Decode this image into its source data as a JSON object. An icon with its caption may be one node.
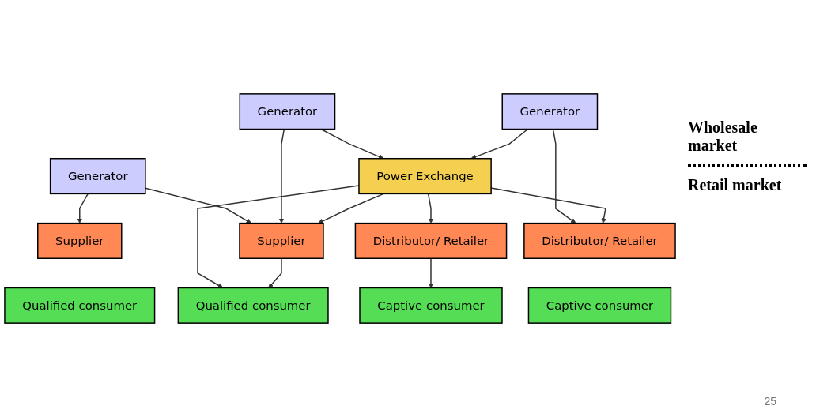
{
  "diagram": {
    "nodes": [
      {
        "text": [
          "Generator"
        ]
      },
      {
        "text": [
          "Generator"
        ]
      },
      {
        "text": [
          "Generator"
        ]
      },
      {
        "text": [
          "Power Exchange"
        ]
      },
      {
        "text": [
          "Supplier"
        ]
      },
      {
        "text": [
          "Supplier"
        ]
      },
      {
        "text": [
          "Distributor/ Retailer"
        ]
      },
      {
        "text": [
          "Distributor/ Retailer"
        ]
      },
      {
        "text": [
          "Qualified consumer"
        ]
      },
      {
        "text": [
          "Qualified consumer"
        ]
      },
      {
        "text": [
          "Captive consumer"
        ]
      },
      {
        "text": [
          "Captive consumer"
        ]
      }
    ],
    "edges": [
      {
        "from": 0,
        "to": 4,
        "arrow": "to"
      },
      {
        "from": 0,
        "to": 5,
        "arrow": "to"
      },
      {
        "from": 1,
        "to": 5,
        "arrow": "to"
      },
      {
        "from": 1,
        "to": 3,
        "arrow": "to"
      },
      {
        "from": 2,
        "to": 3,
        "arrow": "to"
      },
      {
        "from": 2,
        "to": 7,
        "arrow": "to"
      },
      {
        "from": 3,
        "to": 5,
        "arrow": "to"
      },
      {
        "from": 3,
        "to": 6,
        "arrow": "to"
      },
      {
        "from": 3,
        "to": 7,
        "arrow": "to"
      },
      {
        "from": 3,
        "to": 9,
        "arrow": "to"
      },
      {
        "from": 5,
        "to": 9,
        "arrow": "to"
      },
      {
        "from": 6,
        "to": 10,
        "arrow": "to"
      }
    ],
    "labels": [
      "Wholesale market",
      "Retail market",
      "25"
    ]
  }
}
